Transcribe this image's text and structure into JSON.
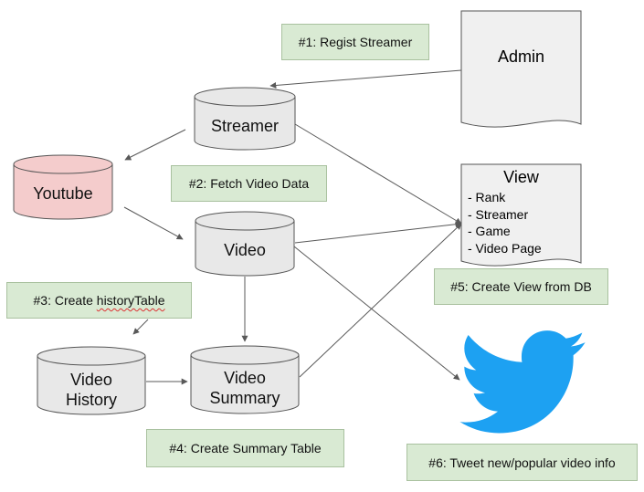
{
  "admin": {
    "label": "Admin"
  },
  "nodes": {
    "streamer": "Streamer",
    "youtube": "Youtube",
    "video": "Video",
    "video_history": [
      "Video",
      "History"
    ],
    "video_summary": [
      "Video",
      "Summary"
    ]
  },
  "view": {
    "title": "View",
    "items": [
      "- Rank",
      "- Streamer",
      "- Game",
      "- Video Page"
    ]
  },
  "steps": {
    "s1": "#1: Regist Streamer",
    "s2": "#2: Fetch Video Data",
    "s3_prefix": "#3: Create ",
    "s3_word": "historyTable",
    "s4": "#4: Create Summary Table",
    "s5": "#5: Create View from DB",
    "s6": "#6: Tweet new/popular video info"
  },
  "colors": {
    "db_fill": "#e8e8e8",
    "youtube_fill": "#f4cccc",
    "step_fill": "#d9ead3",
    "twitter_blue": "#1da1f2",
    "line": "#595959"
  },
  "icons": {
    "twitter": "twitter-bird-icon"
  }
}
